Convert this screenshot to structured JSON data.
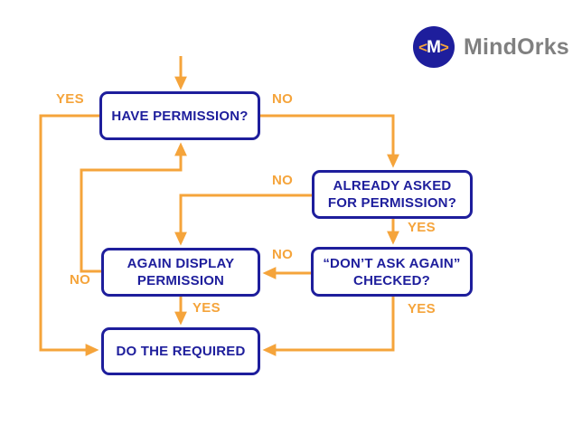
{
  "colors": {
    "navy": "#1e1e9c",
    "orange": "#f5a43b",
    "gray": "#808080",
    "page_bg": "#ffffff"
  },
  "brand": {
    "name": "MindOrks",
    "glyph_left": "<",
    "glyph_m": "M",
    "glyph_right": ">"
  },
  "flowchart": {
    "nodes": {
      "have_permission": {
        "line1": "HAVE PERMISSION?",
        "line2": ""
      },
      "already_asked": {
        "line1": "ALREADY ASKED",
        "line2": "FOR PERMISSION?"
      },
      "again_display": {
        "line1": "AGAIN DISPLAY",
        "line2": "PERMISSION"
      },
      "dont_ask_again": {
        "line1": "“DON’T ASK AGAIN”",
        "line2": "CHECKED?"
      },
      "do_required": {
        "line1": "DO THE REQUIRED",
        "line2": ""
      }
    },
    "edge_labels": {
      "hp_yes": "YES",
      "hp_no": "NO",
      "aa_no": "NO",
      "aa_yes": "YES",
      "daa_no": "NO",
      "daa_yes": "YES",
      "adp_no": "NO",
      "adp_yes": "YES"
    }
  }
}
